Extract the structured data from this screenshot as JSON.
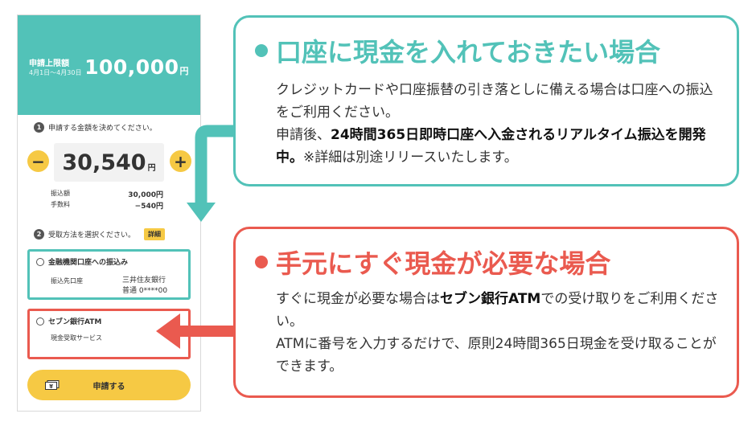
{
  "phone": {
    "limit_label": "申請上限額",
    "limit_period": "4月1日〜4月30日",
    "limit_amount": "100,000",
    "limit_unit": "円",
    "step1_num": "1",
    "step1_label": "申請する金額を決めてください。",
    "minus_symbol": "−",
    "plus_symbol": "+",
    "amount_value": "30,540",
    "amount_unit": "円",
    "transfer_label": "振込額",
    "transfer_value": "30,000円",
    "fee_label": "手数料",
    "fee_value": "−540円",
    "step2_num": "2",
    "step2_label": "受取方法を選択ください。",
    "detail_label": "詳細",
    "option_bank": {
      "title": "金融機関口座への振込み",
      "dest_label": "振込先口座",
      "dest_name": "三井住友銀行",
      "dest_account": "普通 0****00"
    },
    "option_seven": {
      "title": "セブン銀行ATM",
      "service": "現金受取サービス"
    },
    "apply_label": "申請する"
  },
  "callout_account": {
    "title": "口座に現金を入れておきたい場合",
    "p1": "クレジットカードや口座振替の引き落としに備える場合は口座への振込をご利用ください。",
    "p2_pre": "申請後、",
    "p2_bold": "24時間365日即時口座へ入金されるリアルタイム振込を開発中。",
    "p2_post": "※詳細は別途リリースいたします。"
  },
  "callout_cash": {
    "title": "手元にすぐ現金が必要な場合",
    "p1_pre": "すぐに現金が必要な場合は",
    "p1_bold": "セブン銀行ATM",
    "p1_post": "での受け取りをご利用ください。",
    "p2": "ATMに番号を入力するだけで、原則24時間365日現金を受け取ることができます。"
  },
  "colors": {
    "teal": "#52c2b8",
    "red": "#ea5a4f",
    "yellow": "#f6c944"
  },
  "icons": {
    "money": "money-icon",
    "teal_arrow": "arrow-down-icon",
    "red_arrow": "arrow-left-icon"
  }
}
